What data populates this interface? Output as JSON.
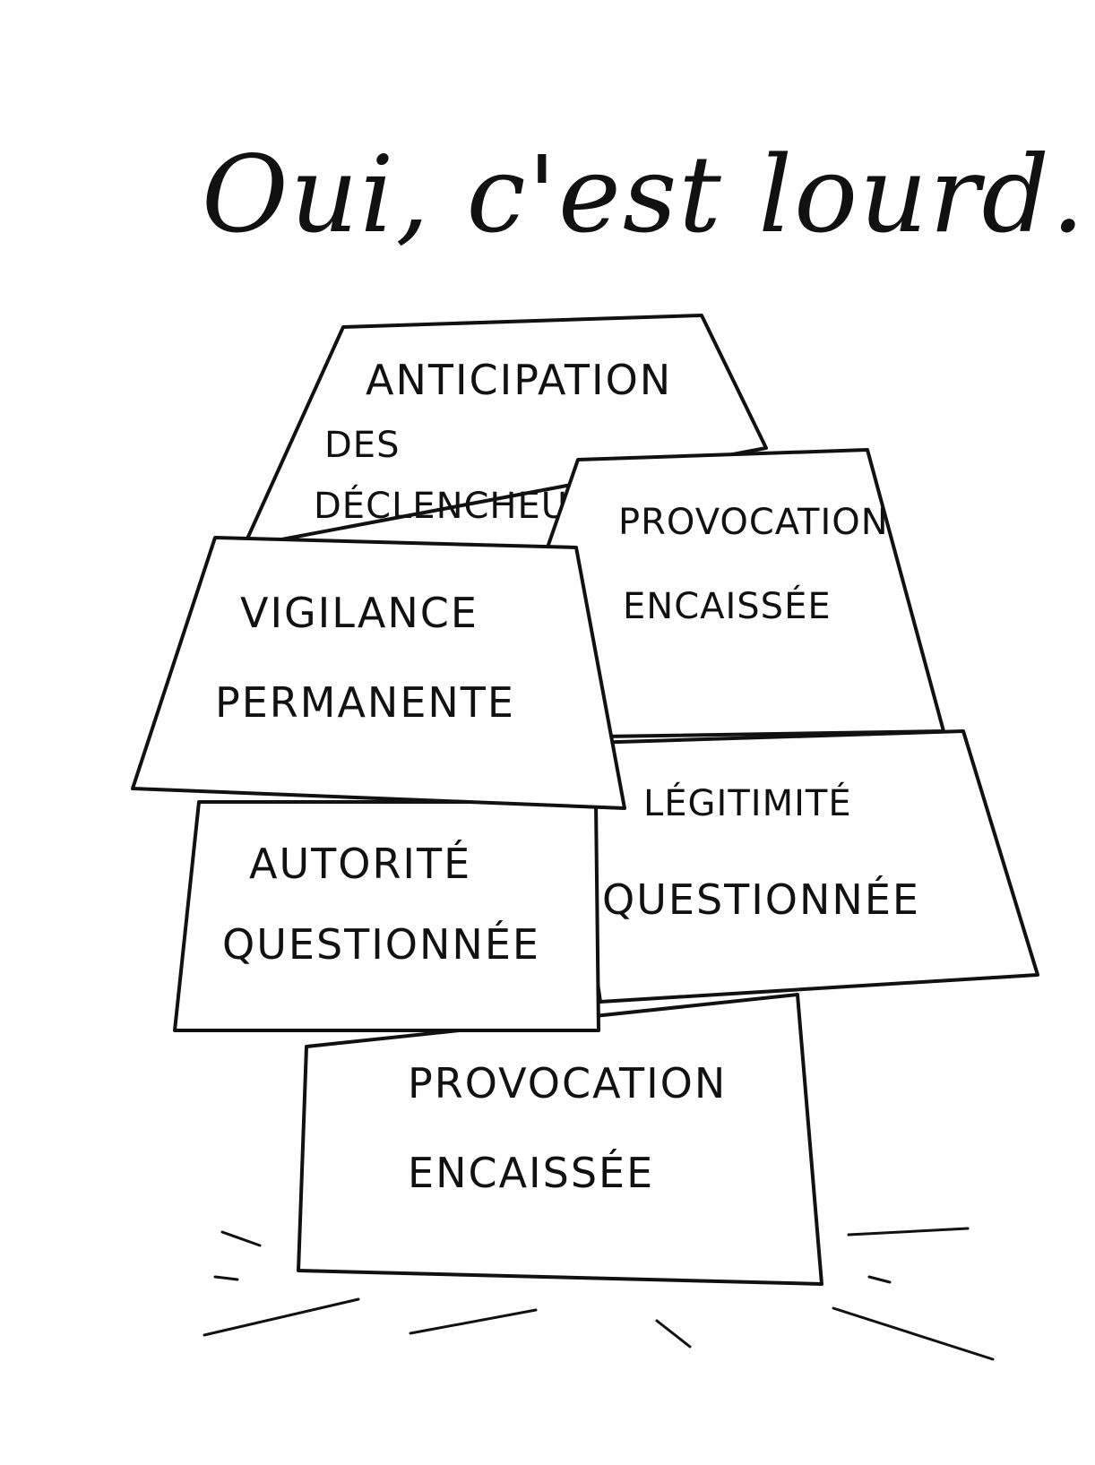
{
  "title": "Oui, c'est lourd.",
  "blocks": {
    "anticipation": {
      "line1": "ANTICIPATION",
      "line2": "DES",
      "line3": "DÉCLENCHEURS"
    },
    "provocation_top": {
      "line1": "PROVOCATION",
      "line2": "ENCAISSÉE"
    },
    "vigilance": {
      "line1": "VIGILANCE",
      "line2": "PERMANENTE"
    },
    "legitimite": {
      "line1": "LÉGITIMITÉ",
      "line2": "QUESTIONNÉE"
    },
    "autorite": {
      "line1": "AUTORITÉ",
      "line2": "QUESTIONNÉE"
    },
    "provocation_bottom": {
      "line1": "PROVOCATION",
      "line2": "ENCAISSÉE"
    }
  },
  "colors": {
    "ink": "#111111",
    "paper": "#ffffff"
  }
}
